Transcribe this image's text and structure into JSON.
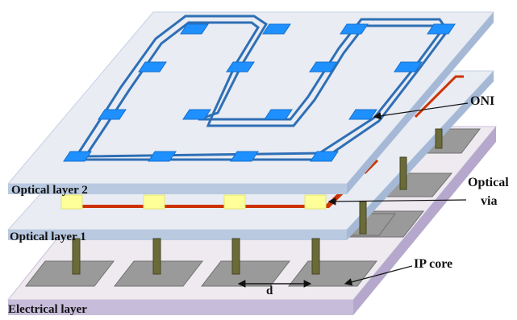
{
  "labels": {
    "optical_layer_2": "Optical layer 2",
    "optical_layer_1": "Optical layer 1",
    "electrical_layer": "Electrical layer",
    "oni": "ONI",
    "optical_via_line1": "Optical",
    "optical_via_line2": "via",
    "ip_core": "IP core",
    "distance": "d"
  },
  "colors": {
    "optical_layer_top": "#e9ecf3",
    "optical_layer_edge": "#b9c9e0",
    "electrical_layer_top": "#eeeaf0",
    "electrical_layer_edge": "#c7bcd9",
    "waveguide": "#2f6fb5",
    "oni_node": "#1e90ff",
    "optical_via_pad": "#ffff99",
    "optical_via_line": "#cc3300",
    "ip_core_tile": "#9a9a9a",
    "tsv_pillar": "#6b6b3a",
    "label_text": "#111111"
  }
}
